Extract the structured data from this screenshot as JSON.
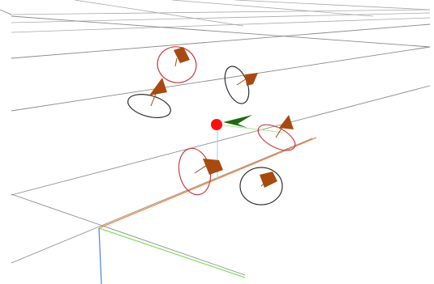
{
  "scene": {
    "view": "3d-viewport",
    "colors": {
      "background": "#ffffff",
      "grid": "#8a8a8a",
      "axis_x": "#ff7a2e",
      "axis_y": "#80e060",
      "axis_z": "#5080e0",
      "ring_active": "#c84040",
      "ring_inactive": "#303030",
      "marker": "#a84a10",
      "origin_point": "#ff1010",
      "direction_arrow": "#1f6a10"
    },
    "objects": [
      {
        "kind": "camera-marker",
        "ring": "active"
      },
      {
        "kind": "camera-marker",
        "ring": "inactive"
      },
      {
        "kind": "camera-marker",
        "ring": "inactive"
      },
      {
        "kind": "camera-marker",
        "ring": "active"
      },
      {
        "kind": "camera-marker",
        "ring": "active"
      },
      {
        "kind": "camera-marker",
        "ring": "inactive"
      }
    ],
    "gizmo": {
      "point": "origin-point",
      "arrow": "direction-arrow"
    }
  }
}
